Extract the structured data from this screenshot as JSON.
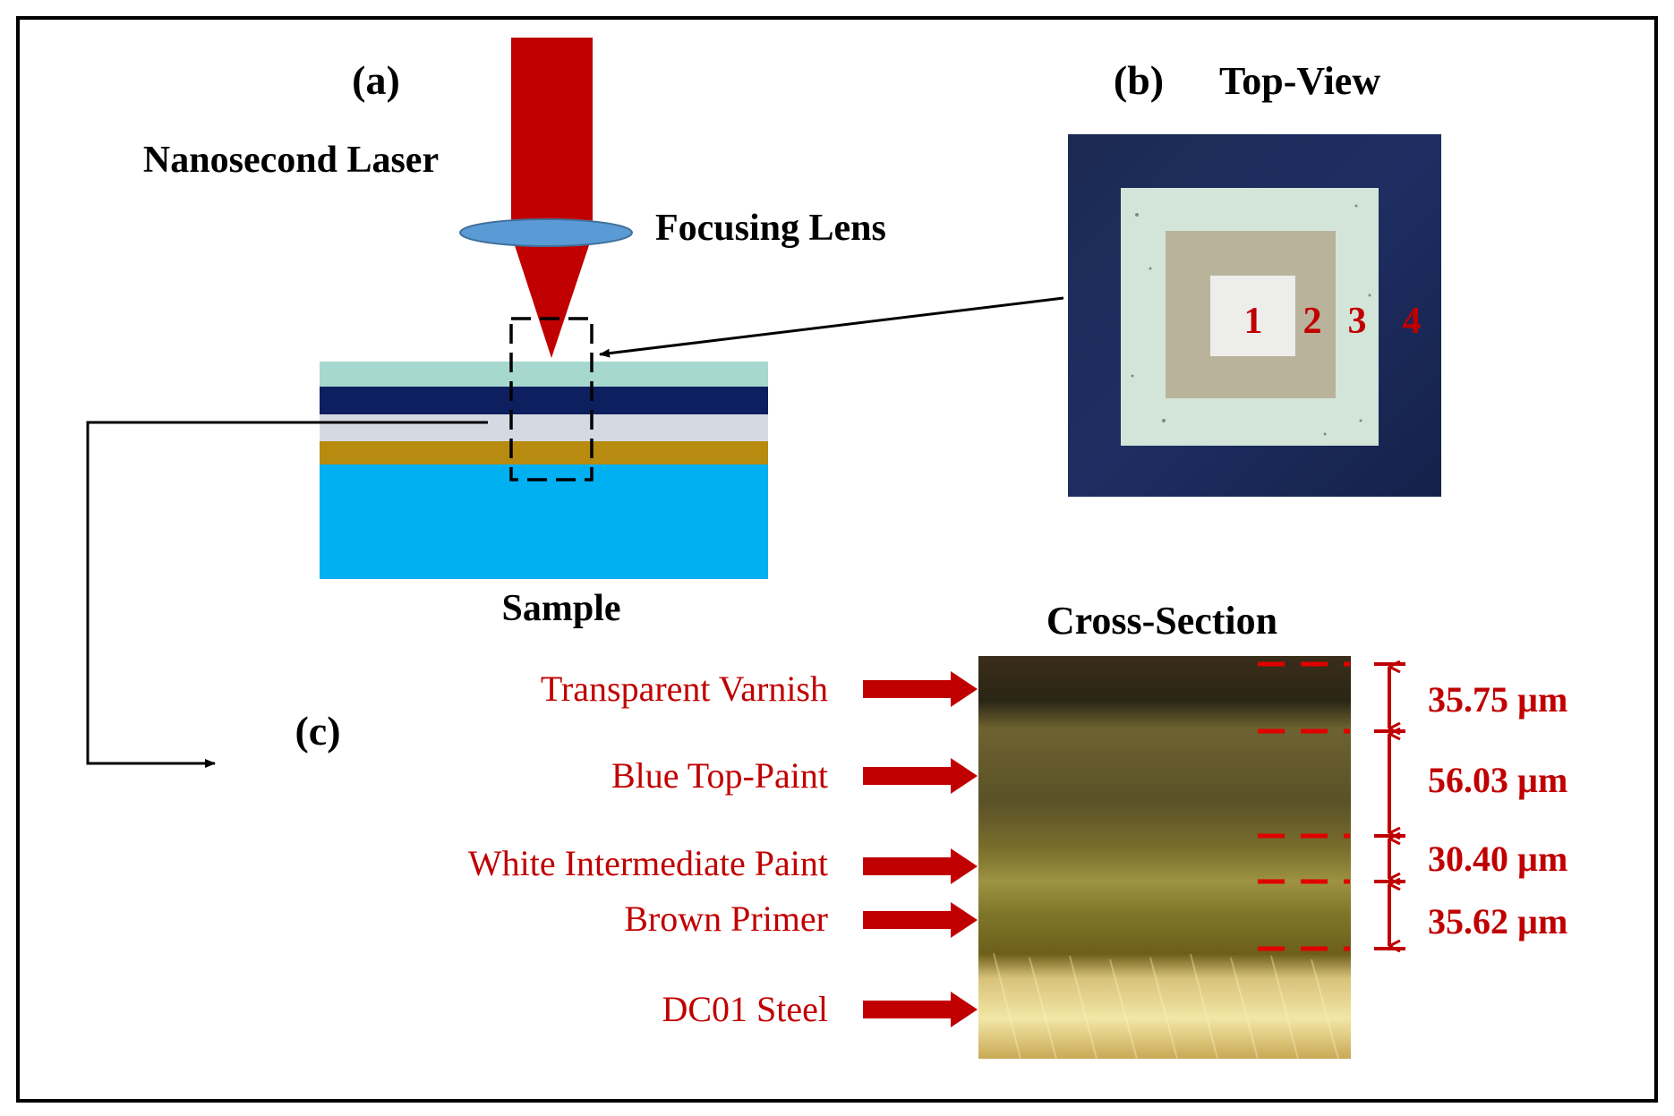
{
  "panel_a": {
    "label": "(a)",
    "laser_label": "Nanosecond Laser",
    "lens_label": "Focusing Lens",
    "sample_label": "Sample"
  },
  "panel_b": {
    "label": "(b)",
    "title": "Top-View",
    "zone_numbers": [
      "1",
      "2",
      "3",
      "4"
    ]
  },
  "panel_c": {
    "label": "(c)",
    "title": "Cross-Section",
    "layers": [
      "Transparent Varnish",
      "Blue Top-Paint",
      "White Intermediate Paint",
      "Brown Primer",
      "DC01 Steel"
    ],
    "thicknesses": [
      "35.75 µm",
      "56.03 µm",
      "30.40 µm",
      "35.62 µm"
    ]
  },
  "colors": {
    "laser_red": "#c00000",
    "annotation_red": "#c00000",
    "lens_blue": "#5b9bd5",
    "varnish": "#a7d8cf",
    "blue_topcoat": "#0d1f5f",
    "white_intermediate": "#d5dae2",
    "brown_primer": "#b78a10",
    "steel": "#00b0f0"
  }
}
